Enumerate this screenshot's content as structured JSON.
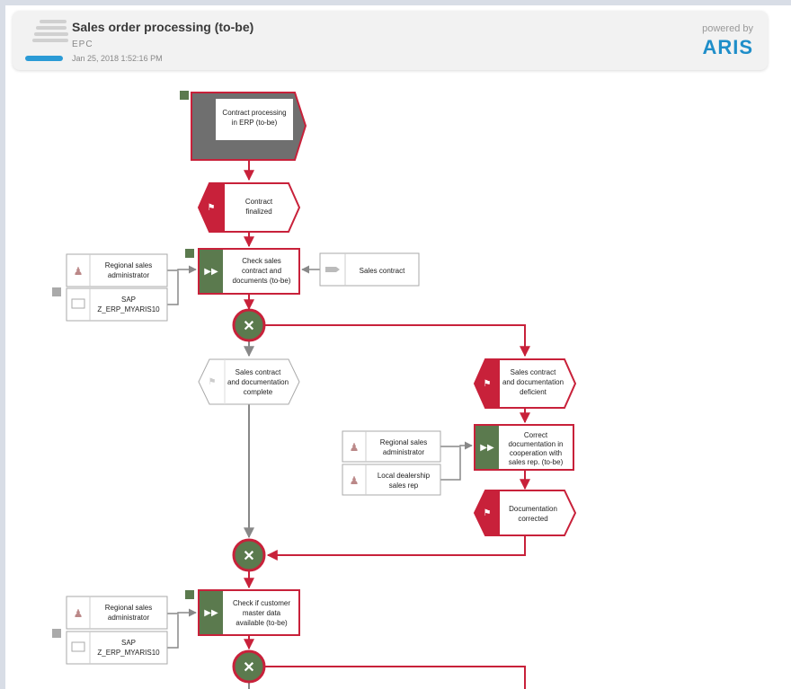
{
  "header": {
    "title": "Sales order processing (to-be)",
    "model_type": "EPC",
    "date": "Jan 25, 2018 1:52:16 PM",
    "powered_by": "powered by",
    "brand": "ARIS"
  },
  "diagram": {
    "process_interface_top": [
      "Contract processing",
      "in ERP (to-be)"
    ],
    "event_contract_finalized": [
      "Contract",
      "finalized"
    ],
    "function_check_contract": [
      "Check sales",
      "contract and",
      "documents (to-be)"
    ],
    "role_regional_admin_1": [
      "Regional sales",
      "administrator"
    ],
    "system_sap_1": [
      "SAP",
      "Z_ERP_MYARIS10"
    ],
    "doc_sales_contract": [
      "Sales contract"
    ],
    "event_docs_complete": [
      "Sales contract",
      "and documentation",
      "complete"
    ],
    "event_docs_deficient": [
      "Sales contract",
      "and documentation",
      "deficient"
    ],
    "function_correct_docs": [
      "Correct",
      "documentation in",
      "cooperation with",
      "sales rep. (to-be)"
    ],
    "role_regional_admin_2": [
      "Regional sales",
      "administrator"
    ],
    "role_local_rep": [
      "Local dealership",
      "sales rep"
    ],
    "event_docs_corrected": [
      "Documentation",
      "corrected"
    ],
    "function_check_master": [
      "Check if customer",
      "master data",
      "available (to-be)"
    ],
    "role_regional_admin_3": [
      "Regional sales",
      "administrator"
    ],
    "system_sap_2": [
      "SAP",
      "Z_ERP_MYARIS10"
    ],
    "xor_symbol": "✕"
  },
  "colors": {
    "accent_red": "#c8213a",
    "function_green": "#5b7a4e",
    "connector_grey": "#888888",
    "brand_blue": "#1f8ec9"
  }
}
